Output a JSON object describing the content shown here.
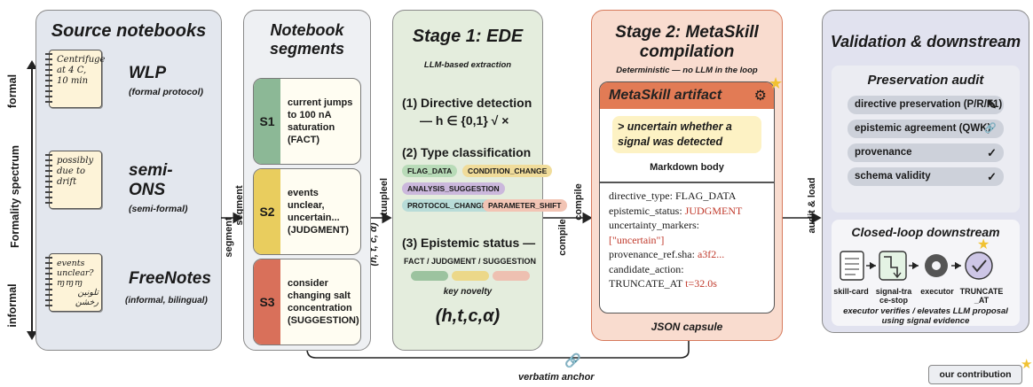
{
  "spectrum": {
    "axis_label": "Formality spectrum",
    "top": "formal",
    "bottom": "informal"
  },
  "source": {
    "title": "Source notebooks",
    "items": [
      {
        "name": "WLP",
        "desc": "(formal protocol)",
        "note": "Centrifuge at 4 C, 10 min"
      },
      {
        "name": "semi-ONS",
        "desc": "(semi-formal)",
        "note": "possibly due to drift"
      },
      {
        "name": "FreeNotes",
        "desc": "(informal, bilingual)",
        "note_line1": "events unclear?",
        "note_scribble": "ɱɱɱ",
        "note_line3": "تلونين",
        "note_line4": "رخشن"
      }
    ]
  },
  "arrows": {
    "segment_top": "segment",
    "segment_bottom": "segment",
    "tupleel": "tuupleel",
    "htca": "(h, t, c, α)",
    "compile_top": "compile",
    "compile_bottom": "compile",
    "audit": "audit & load",
    "verbatim": "verbatim anchor"
  },
  "segments": {
    "title": "Notebook segments",
    "items": [
      {
        "id": "S1",
        "text": "current jumps to 100 nA saturation (FACT)",
        "color": "#8cb896"
      },
      {
        "id": "S2",
        "text": "events unclear, uncertain... (JUDGMENT)",
        "color": "#e9cd5e"
      },
      {
        "id": "S3",
        "text": "consider changing salt concentration (SUGGESTION)",
        "color": "#d9705a"
      }
    ]
  },
  "stage1": {
    "title": "Stage 1: EDE",
    "subtitle": "LLM-based extraction",
    "step1": "(1) Directive detection",
    "step1_formula": "— h ∈ {0,1} √ ×",
    "step2": "(2) Type classification",
    "chips": [
      {
        "label": "FLAG_DATA",
        "color": "#b8dbb8"
      },
      {
        "label": "CONDITION_CHANGE",
        "color": "#f0dc9a"
      },
      {
        "label": "ANALYSIS_SUGGESTION",
        "color": "#cbb8dc"
      },
      {
        "label": "PROTOCOL_CHANGE",
        "color": "#b8dcd8"
      },
      {
        "label": "PARAMETER_SHIFT",
        "color": "#f2c4b4"
      }
    ],
    "step3": "(3) Epistemic status —",
    "step3_sub": "FACT / JUDGMENT / SUGGESTION",
    "novelty": "key novelty",
    "tuple": "(h,t,c,α)",
    "status_colors": [
      "#9cc39f",
      "#ecd889",
      "#eec0b1"
    ]
  },
  "stage2": {
    "title_line1": "Stage 2: MetaSkill",
    "title_line2": "compilation",
    "subtitle": "Deterministic — no LLM in the loop",
    "artifact_title": "MetaSkill artifact",
    "quote": "> uncertain whether a signal was detected",
    "md_label": "Markdown body",
    "fields": {
      "directive_type_k": "directive_type: ",
      "directive_type_v": "FLAG_DATA",
      "epistemic_k": "epistemic_status: ",
      "epistemic_v": "JUDGMENT",
      "markers_k": "uncertainty_markers:",
      "markers_v": "[\"uncertain\"]",
      "prov_k": "provenance_ref.sha: ",
      "prov_v": "a3f2...",
      "cand_k": "candidate_action:",
      "cand_v1": "TRUNCATE_AT ",
      "cand_v2": "t=32.0s"
    },
    "capsule": "JSON capsule"
  },
  "validation": {
    "title": "Validation & downstream",
    "audit_title": "Preservation audit",
    "rows": [
      {
        "label": "directive preservation (P/R/F1)",
        "icon": "pencil-icon",
        "glyph": "✎"
      },
      {
        "label": "epistemic agreement (QWK)",
        "icon": "link-icon",
        "glyph": "🔗"
      },
      {
        "label": "provenance",
        "icon": "check-icon",
        "glyph": "✓"
      },
      {
        "label": "schema validity",
        "icon": "check-icon",
        "glyph": "✓"
      }
    ],
    "loop_title": "Closed-loop downstream",
    "loop_items": [
      "skill-card",
      "signal-trace-stop",
      "executor",
      "TRUNCATE_AT"
    ],
    "loop_caption": "executor verifies / elevates LLM proposal using signal evidence"
  },
  "legend": {
    "label": "our contribution"
  }
}
